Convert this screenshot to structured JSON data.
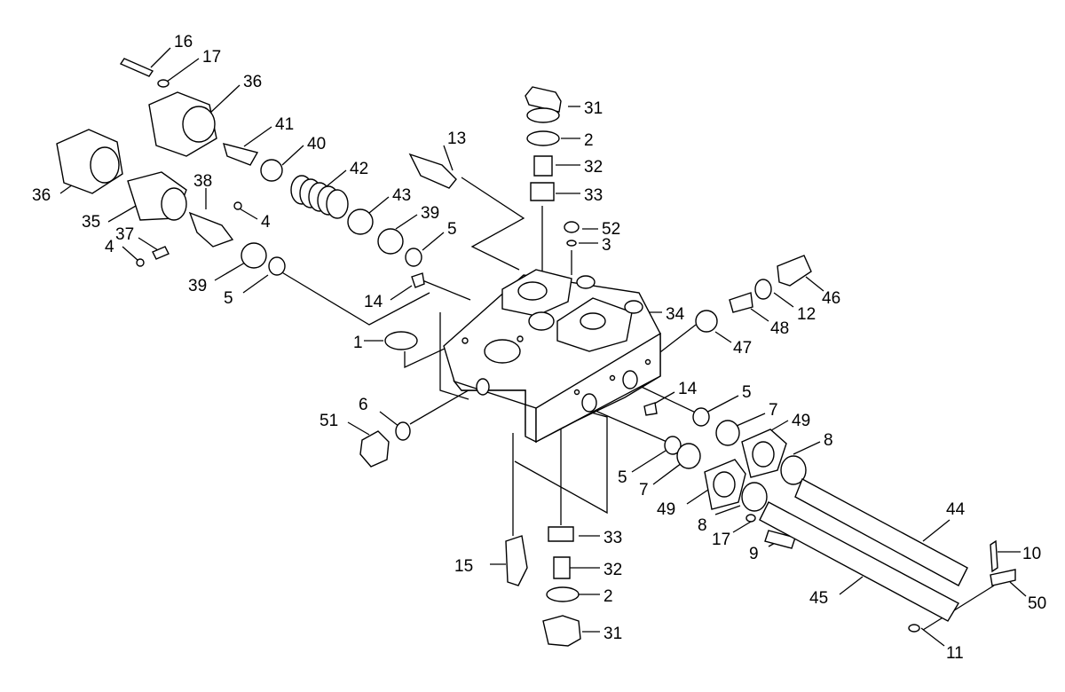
{
  "callouts": [
    {
      "id": "c16a",
      "text": "16"
    },
    {
      "id": "c17a",
      "text": "17"
    },
    {
      "id": "c36a",
      "text": "36"
    },
    {
      "id": "c36b",
      "text": "36"
    },
    {
      "id": "c41",
      "text": "41"
    },
    {
      "id": "c40",
      "text": "40"
    },
    {
      "id": "c42",
      "text": "42"
    },
    {
      "id": "c38",
      "text": "38"
    },
    {
      "id": "c35",
      "text": "35"
    },
    {
      "id": "c4a",
      "text": "4"
    },
    {
      "id": "c4b",
      "text": "4"
    },
    {
      "id": "c37",
      "text": "37"
    },
    {
      "id": "c43",
      "text": "43"
    },
    {
      "id": "c39a",
      "text": "39"
    },
    {
      "id": "c39b",
      "text": "39"
    },
    {
      "id": "c5a",
      "text": "5"
    },
    {
      "id": "c5b",
      "text": "5"
    },
    {
      "id": "c13",
      "text": "13"
    },
    {
      "id": "c14a",
      "text": "14"
    },
    {
      "id": "c1",
      "text": "1"
    },
    {
      "id": "c31a",
      "text": "31"
    },
    {
      "id": "c2a",
      "text": "2"
    },
    {
      "id": "c32a",
      "text": "32"
    },
    {
      "id": "c33a",
      "text": "33"
    },
    {
      "id": "c52",
      "text": "52"
    },
    {
      "id": "c3",
      "text": "3"
    },
    {
      "id": "c46",
      "text": "46"
    },
    {
      "id": "c12",
      "text": "12"
    },
    {
      "id": "c48",
      "text": "48"
    },
    {
      "id": "c34",
      "text": "34"
    },
    {
      "id": "c47",
      "text": "47"
    },
    {
      "id": "c14b",
      "text": "14"
    },
    {
      "id": "c5c",
      "text": "5"
    },
    {
      "id": "c7a",
      "text": "7"
    },
    {
      "id": "c49a",
      "text": "49"
    },
    {
      "id": "c8a",
      "text": "8"
    },
    {
      "id": "c6",
      "text": "6"
    },
    {
      "id": "c51",
      "text": "51"
    },
    {
      "id": "c5d",
      "text": "5"
    },
    {
      "id": "c7b",
      "text": "7"
    },
    {
      "id": "c49b",
      "text": "49"
    },
    {
      "id": "c8b",
      "text": "8"
    },
    {
      "id": "c17b",
      "text": "17"
    },
    {
      "id": "c9",
      "text": "9"
    },
    {
      "id": "c44",
      "text": "44"
    },
    {
      "id": "c10",
      "text": "10"
    },
    {
      "id": "c50",
      "text": "50"
    },
    {
      "id": "c45",
      "text": "45"
    },
    {
      "id": "c11",
      "text": "11"
    },
    {
      "id": "c15",
      "text": "15"
    },
    {
      "id": "c33b",
      "text": "33"
    },
    {
      "id": "c32b",
      "text": "32"
    },
    {
      "id": "c2b",
      "text": "2"
    },
    {
      "id": "c31b",
      "text": "31"
    }
  ]
}
